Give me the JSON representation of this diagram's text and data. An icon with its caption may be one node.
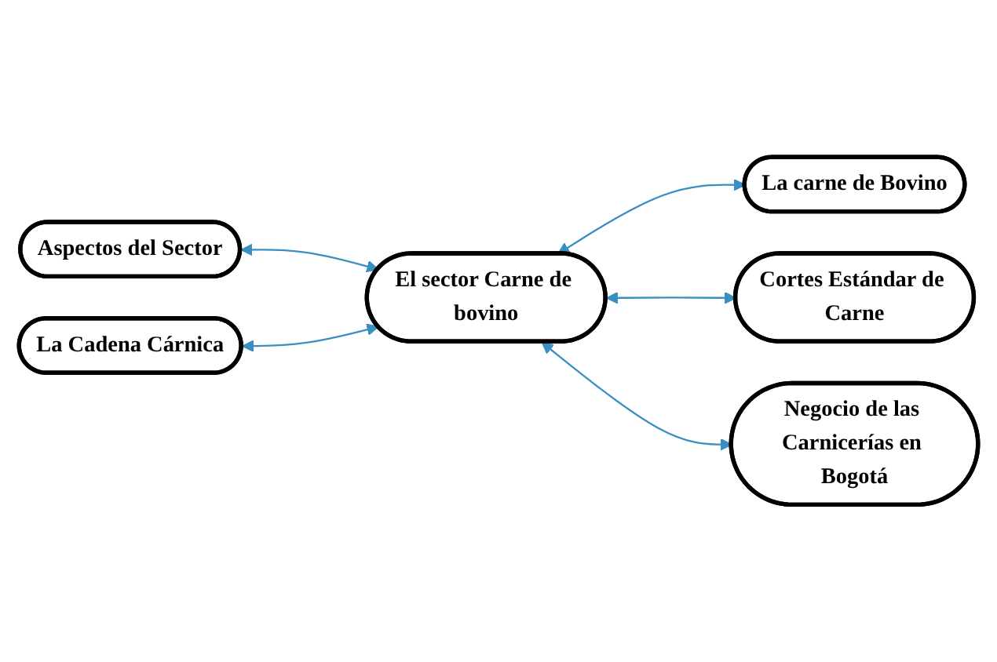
{
  "diagram": {
    "nodes": [
      {
        "text": [
          "La carne de Bovino"
        ]
      },
      {
        "text": [
          "Cortes Estándar de Carne"
        ]
      },
      {
        "text": [
          "Aspectos del Sector"
        ]
      },
      {
        "text": [
          "El sector Carne de bovino"
        ]
      },
      {
        "text": [
          "Negocio de las Carnicerías en Bogotá"
        ]
      },
      {
        "text": [
          "La Cadena Cárnica"
        ]
      }
    ],
    "edges": [
      {
        "from": 2,
        "to": 3,
        "arrow": "both"
      },
      {
        "from": 5,
        "to": 3,
        "arrow": "both"
      },
      {
        "from": 3,
        "to": 0,
        "arrow": "both"
      },
      {
        "from": 3,
        "to": 1,
        "arrow": "both"
      },
      {
        "from": 3,
        "to": 4,
        "arrow": "both"
      }
    ]
  }
}
